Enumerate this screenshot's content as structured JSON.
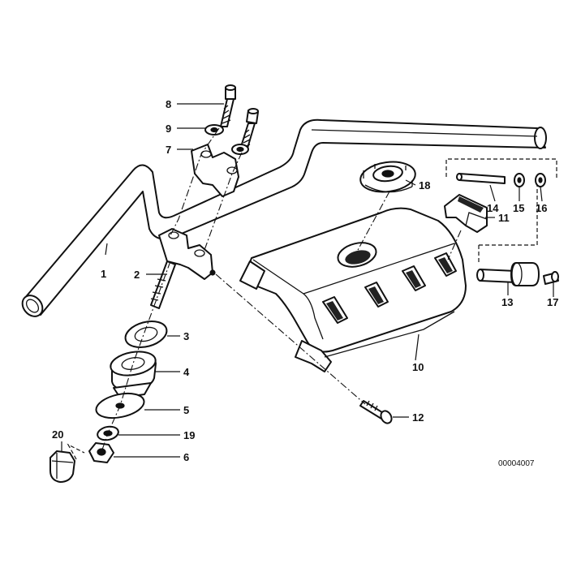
{
  "diagram": {
    "reference_number": "00004007",
    "callouts": {
      "p1": "1",
      "p2": "2",
      "p3": "3",
      "p4": "4",
      "p5": "5",
      "p6": "6",
      "p7": "7",
      "p8": "8",
      "p9": "9",
      "p10": "10",
      "p11": "11",
      "p12": "12",
      "p13": "13",
      "p14": "14",
      "p15": "15",
      "p16": "16",
      "p17": "17",
      "p18": "18",
      "p19": "19",
      "p20": "20"
    }
  }
}
